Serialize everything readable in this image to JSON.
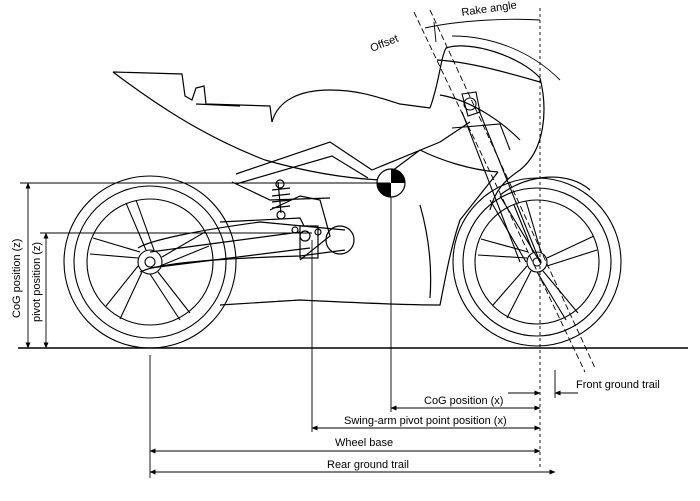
{
  "labels": {
    "rake_angle": "Rake angle",
    "offset": "Offset",
    "cog_z": "CoG position (z)",
    "pivot_z": "pivot position (z)",
    "front_trail": "Front ground trail",
    "cog_x": "CoG position (x)",
    "swingarm_x": "Swing-arm pivot point position (x)",
    "wheel_base": "Wheel base",
    "rear_trail": "Rear ground trail"
  }
}
